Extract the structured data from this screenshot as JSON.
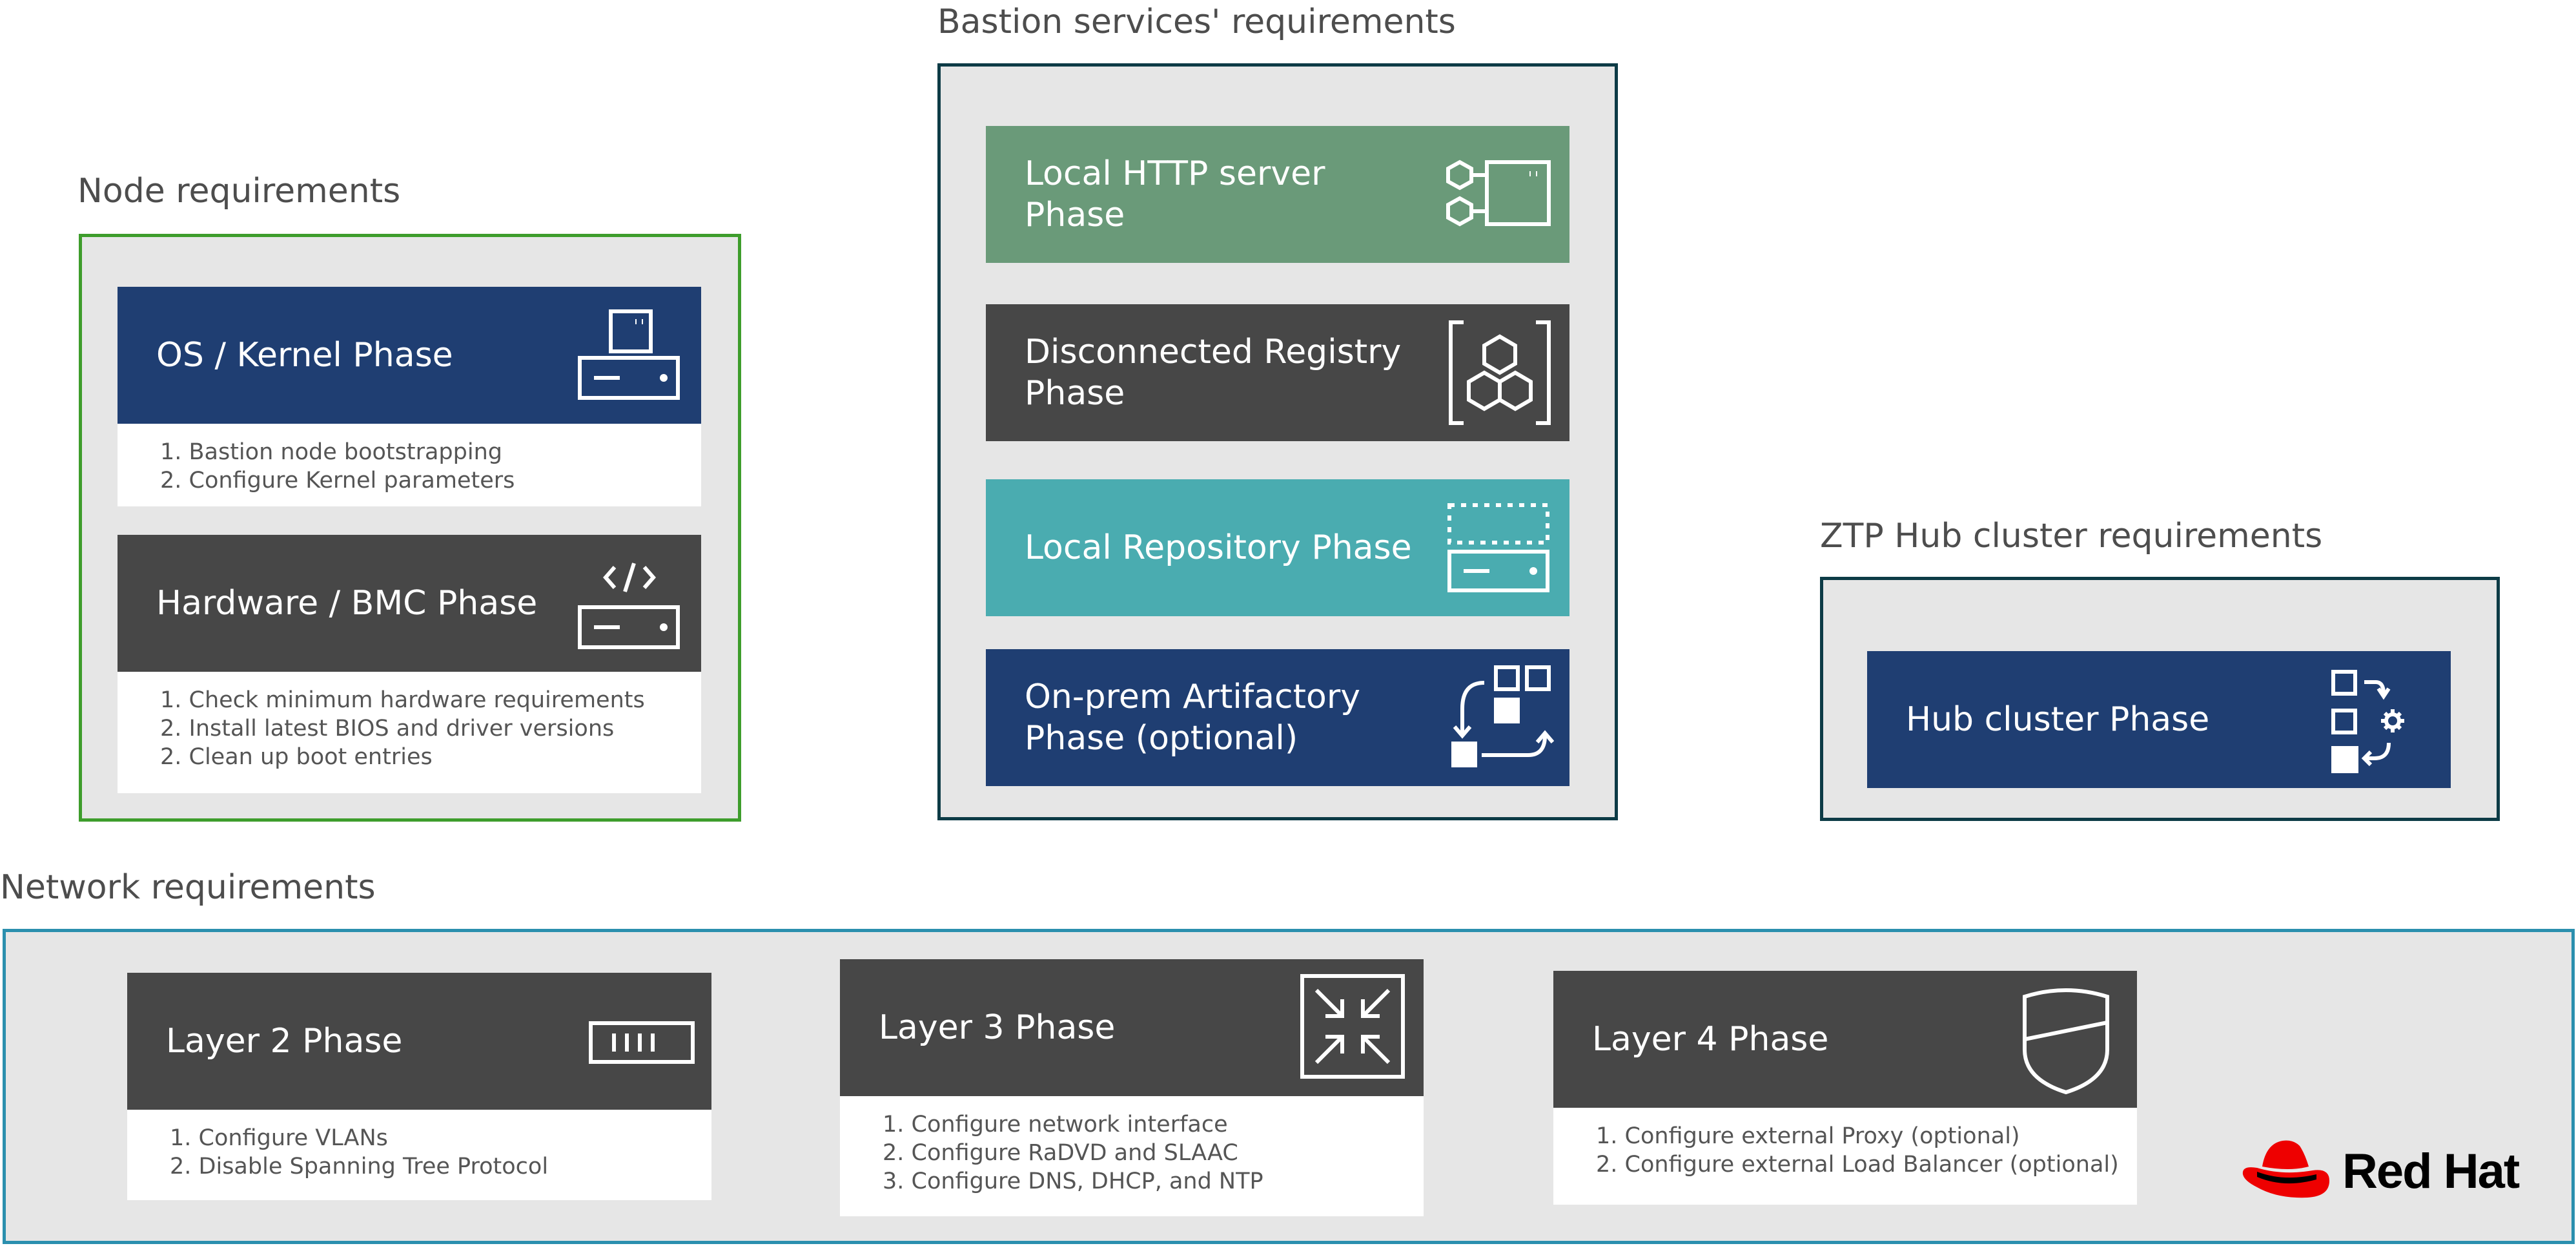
{
  "colors": {
    "blue": "#1f3e72",
    "dark": "#474747",
    "green": "#6a9a79",
    "teal": "#4aacb0",
    "frame_green": "#3e9d2c",
    "frame_dark": "#0d3b46",
    "frame_blue": "#2b8fae",
    "frame_bg": "#e6e6e6",
    "redhat_red": "#ee0000"
  },
  "node": {
    "label": "Node requirements",
    "os_phase": {
      "title": "OS / Kernel Phase",
      "icon": "server-icon",
      "steps": [
        "1. Bastion node bootstrapping",
        "2. Configure Kernel parameters"
      ]
    },
    "hw_phase": {
      "title": "Hardware / BMC Phase",
      "icon": "code-server-icon",
      "steps": [
        "1. Check minimum hardware requirements",
        "2. Install latest BIOS and driver versions",
        "2. Clean up boot entries"
      ]
    }
  },
  "bastion": {
    "label": "Bastion services' requirements",
    "http_phase": {
      "title": "Local HTTP server\nPhase",
      "icon": "http-server-icon"
    },
    "registry_phase": {
      "title": "Disconnected Registry\nPhase",
      "icon": "hexagon-registry-icon"
    },
    "repo_phase": {
      "title": "Local Repository Phase",
      "icon": "repository-icon"
    },
    "artifactory_phase": {
      "title": "On-prem Artifactory\nPhase (optional)",
      "icon": "artifactory-icon"
    }
  },
  "ztp": {
    "label": "ZTP Hub cluster requirements",
    "hub_phase": {
      "title": "Hub cluster Phase",
      "icon": "hub-cluster-icon"
    }
  },
  "network": {
    "label": "Network requirements",
    "layer2": {
      "title": "Layer 2 Phase",
      "icon": "switch-icon",
      "steps": [
        "1. Configure VLANs",
        "2. Disable Spanning Tree Protocol"
      ]
    },
    "layer3": {
      "title": "Layer 3 Phase",
      "icon": "router-arrows-icon",
      "steps": [
        "1. Configure network interface",
        "2. Configure RaDVD and SLAAC",
        "3. Configure DNS, DHCP, and NTP"
      ]
    },
    "layer4": {
      "title": "Layer 4 Phase",
      "icon": "shield-icon",
      "steps": [
        "1. Configure external Proxy (optional)",
        "2. Configure external Load Balancer (optional)"
      ]
    }
  },
  "logo": {
    "text": "Red Hat",
    "icon": "redhat-fedora-icon"
  }
}
